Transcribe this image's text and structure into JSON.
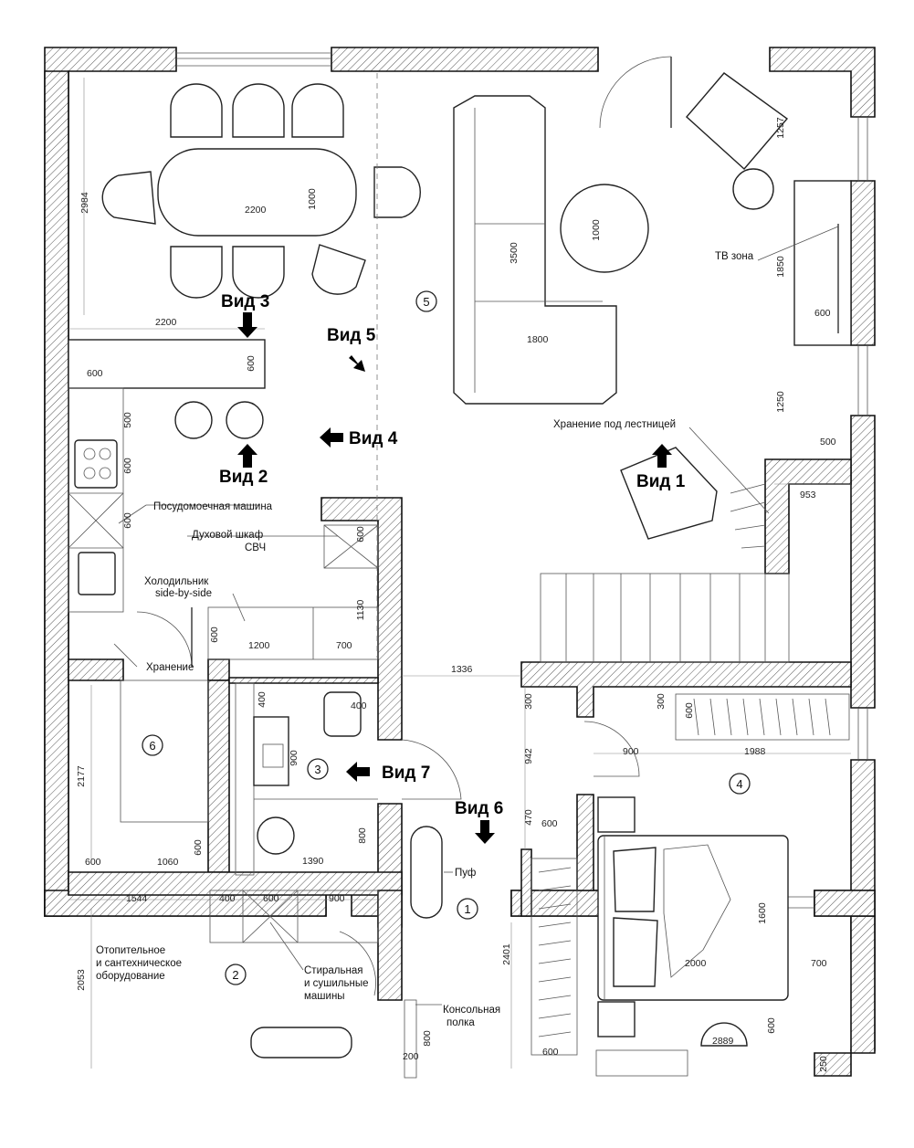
{
  "views": {
    "v1": "Вид 1",
    "v2": "Вид 2",
    "v3": "Вид 3",
    "v4": "Вид 4",
    "v5": "Вид 5",
    "v6": "Вид 6",
    "v7": "Вид 7"
  },
  "rooms": {
    "r1": "1",
    "r2": "2",
    "r3": "3",
    "r4": "4",
    "r5": "5",
    "r6": "6"
  },
  "labels": {
    "tv_zone": "ТВ зона",
    "stair_storage": "Хранение под лестницей",
    "dishwasher": "Посудомоечная машина",
    "oven": "Духовой шкаф",
    "microwave": "СВЧ",
    "fridge_1": "Холодильник",
    "fridge_2": "side-by-side",
    "storage": "Хранение",
    "pouf": "Пуф",
    "console_1": "Консольная",
    "console_2": "полка",
    "heating_1": "Отопительное",
    "heating_2": "и сантехническое",
    "heating_3": "оборудование",
    "washer_1": "Стиральная",
    "washer_2": "и сушильные",
    "washer_3": "машины"
  },
  "dims": {
    "d2200_table": "2200",
    "d1000_table": "1000",
    "d2984": "2984",
    "d2200_bar": "2200",
    "d600_bar": "600",
    "d600_bar_v": "600",
    "d500_k": "500",
    "d600_k1": "600",
    "d600_k2": "600",
    "d3500": "3500",
    "d1800": "1800",
    "d1000_round": "1000",
    "d1257": "1257",
    "d1850": "1850",
    "d600_tv": "600",
    "d1250": "1250",
    "d500_r": "500",
    "d953": "953",
    "d600_oven": "600",
    "d1130": "1130",
    "d600_f": "600",
    "d1200": "1200",
    "d700_f": "700",
    "d1336": "1336",
    "d400_b1": "400",
    "d400_b2": "400",
    "d900_b": "900",
    "d800_b": "800",
    "d1390": "1390",
    "d2177": "2177",
    "d600_s1": "600",
    "d1060": "1060",
    "d600_s2": "600",
    "d1544": "1544",
    "d400_t": "400",
    "d600_t": "600",
    "d900_t": "900",
    "d2053": "2053",
    "d800_c": "800",
    "d200_c": "200",
    "d300_l": "300",
    "d942": "942",
    "d470": "470",
    "d600_h": "600",
    "d2401": "2401",
    "d600_h2": "600",
    "d300_w": "300",
    "d600_w": "600",
    "d900_w": "900",
    "d1988": "1988",
    "d1600": "1600",
    "d2000": "2000",
    "d700_bed": "700",
    "d600_n": "600",
    "d2889": "2889",
    "d250": "250"
  }
}
